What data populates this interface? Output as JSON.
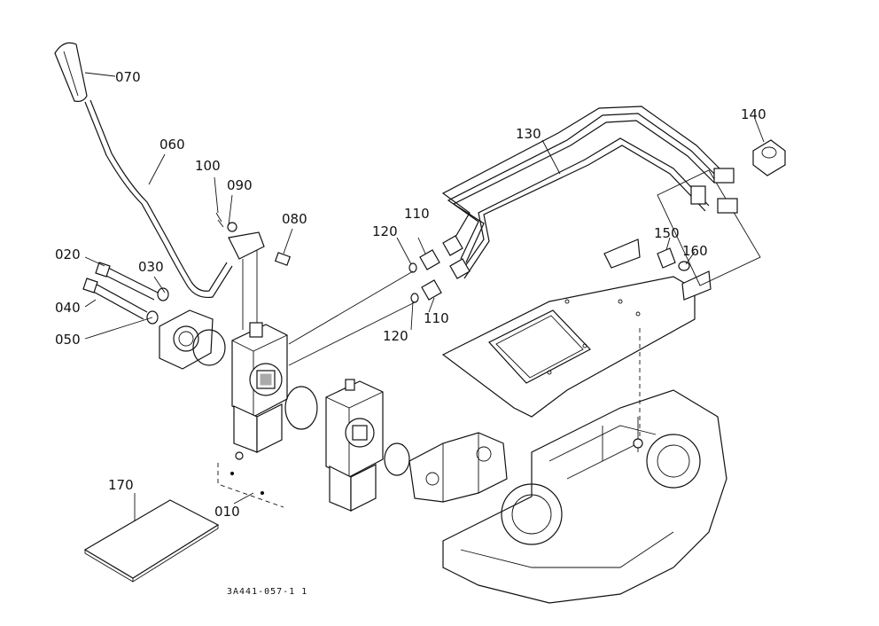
{
  "labels": {
    "p070": "070",
    "p060": "060",
    "p100": "100",
    "p090": "090",
    "p080": "080",
    "p020": "020",
    "p030": "030",
    "p040": "040",
    "p050": "050",
    "p010": "010",
    "p170": "170",
    "p110a": "110",
    "p110b": "110",
    "p120a": "120",
    "p120b": "120",
    "p130": "130",
    "p140": "140",
    "p150": "150",
    "p160": "160"
  },
  "drawing_code": "3A441-057-1 1"
}
